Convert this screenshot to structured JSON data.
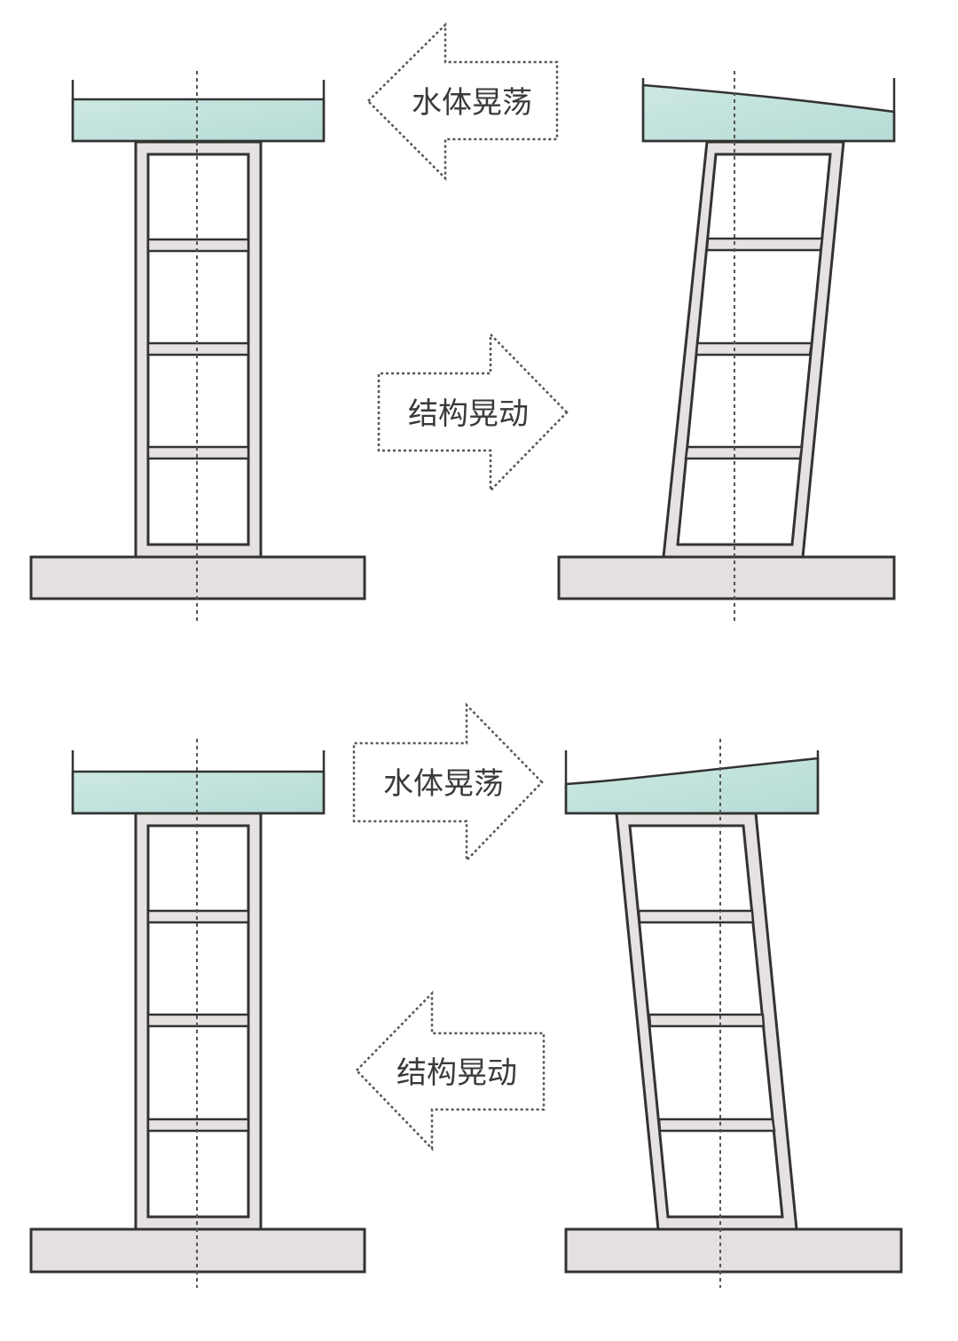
{
  "labels": {
    "top_water_sloshing": "水体晃荡",
    "top_structure_motion": "结构晃动",
    "bottom_water_sloshing": "水体晃荡",
    "bottom_structure_motion": "结构晃动"
  },
  "colors": {
    "water": "#bfe0da",
    "frame": "#e6e2e1",
    "outline": "#333333"
  }
}
